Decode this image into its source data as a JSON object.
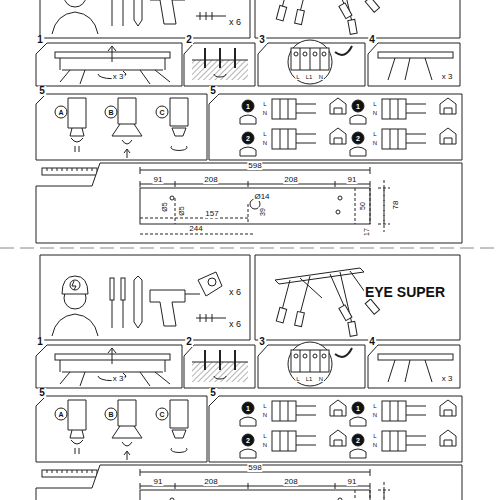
{
  "diagram": {
    "labels": [
      "x 6",
      "1",
      "x 3",
      "2",
      "3",
      "L",
      "L1",
      "N",
      "4",
      "x 3",
      "5",
      "A",
      "B",
      "C",
      "5",
      "1",
      "2",
      "1",
      "2",
      "L",
      "N",
      "L",
      "N",
      "L",
      "N",
      "L",
      "N",
      "598",
      "91",
      "208",
      "208",
      "91",
      "Ø5",
      "Ø5",
      "Ø14",
      "157",
      "39",
      "50",
      "244",
      "17",
      "78",
      "x 6",
      "x 6",
      "EYE SUPER",
      "1",
      "x 3",
      "2",
      "3",
      "L",
      "L1",
      "N",
      "4",
      "x 3",
      "5",
      "A",
      "B",
      "C",
      "5",
      "1",
      "2",
      "1",
      "2",
      "L",
      "N",
      "L",
      "N",
      "L",
      "N",
      "L",
      "N",
      "598",
      "91",
      "208",
      "208",
      "91"
    ]
  }
}
